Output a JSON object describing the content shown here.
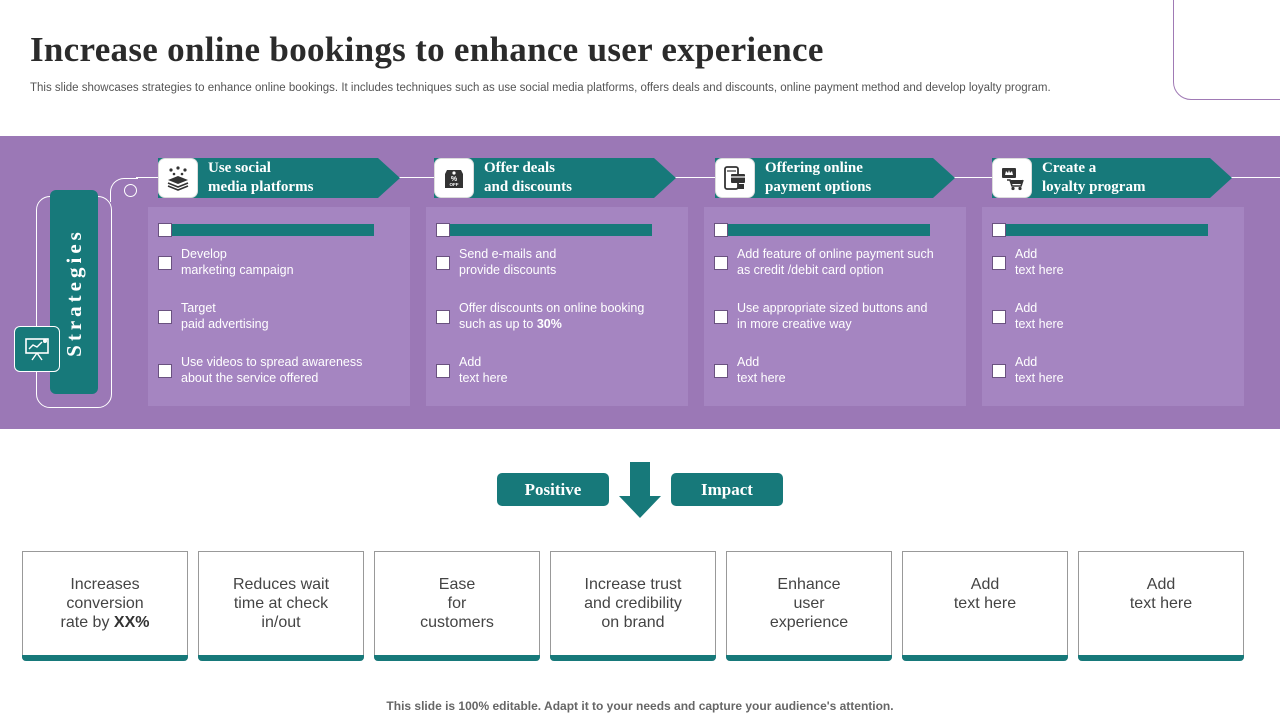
{
  "header": {
    "title": "Increase online bookings to enhance user experience",
    "subtitle": "This slide showcases strategies to enhance online bookings. It includes techniques such as use social media platforms, offers deals and discounts, online payment method and develop loyalty program."
  },
  "strategies": {
    "label": "Strategies",
    "icon": "presentation-board-icon"
  },
  "columns": [
    {
      "heading": "Use social\nmedia platforms",
      "icon": "social-media-icon",
      "items": [
        {
          "text": "Develop\nmarketing campaign"
        },
        {
          "text": "Target\npaid advertising"
        },
        {
          "text": "Use videos to spread awareness\nabout the service offered"
        }
      ]
    },
    {
      "heading": "Offer deals\nand discounts",
      "icon": "discount-tag-icon",
      "items": [
        {
          "text": "Send e-mails and\nprovide discounts"
        },
        {
          "text": "Offer discounts on online booking\nsuch as up to ",
          "bold": "30%"
        },
        {
          "text": "Add\ntext here"
        }
      ]
    },
    {
      "heading": "Offering online\n payment options",
      "icon": "mobile-payment-icon",
      "items": [
        {
          "text": "Add feature of online payment such\nas credit /debit card option"
        },
        {
          "text": "Use appropriate  sized buttons and\nin more creative way"
        },
        {
          "text": "Add\ntext here"
        }
      ]
    },
    {
      "heading": "Create a\nloyalty program",
      "icon": "loyalty-cart-icon",
      "items": [
        {
          "text": "Add\ntext here"
        },
        {
          "text": "Add\ntext here"
        },
        {
          "text": "Add\ntext here"
        }
      ]
    }
  ],
  "impact": {
    "positive_label": "Positive",
    "impact_label": "Impact",
    "arrow_icon": "arrow-down-icon"
  },
  "impact_cards": [
    {
      "text": "Increases\nconversion\nrate by ",
      "bold": "XX%"
    },
    {
      "text": "Reduces wait\ntime at check\nin/out"
    },
    {
      "text": "Ease\nfor\ncustomers"
    },
    {
      "text": "Increase trust\nand credibility\non brand"
    },
    {
      "text": "Enhance\nuser\nexperience"
    },
    {
      "text": "Add\ntext here"
    },
    {
      "text": "Add\ntext here"
    }
  ],
  "footer": {
    "text": "This slide is 100% editable. Adapt it to your needs and capture your audience's attention."
  },
  "colors": {
    "teal": "#17797a",
    "purple_band": "#9b78b6",
    "purple_panel": "#a585c1"
  }
}
